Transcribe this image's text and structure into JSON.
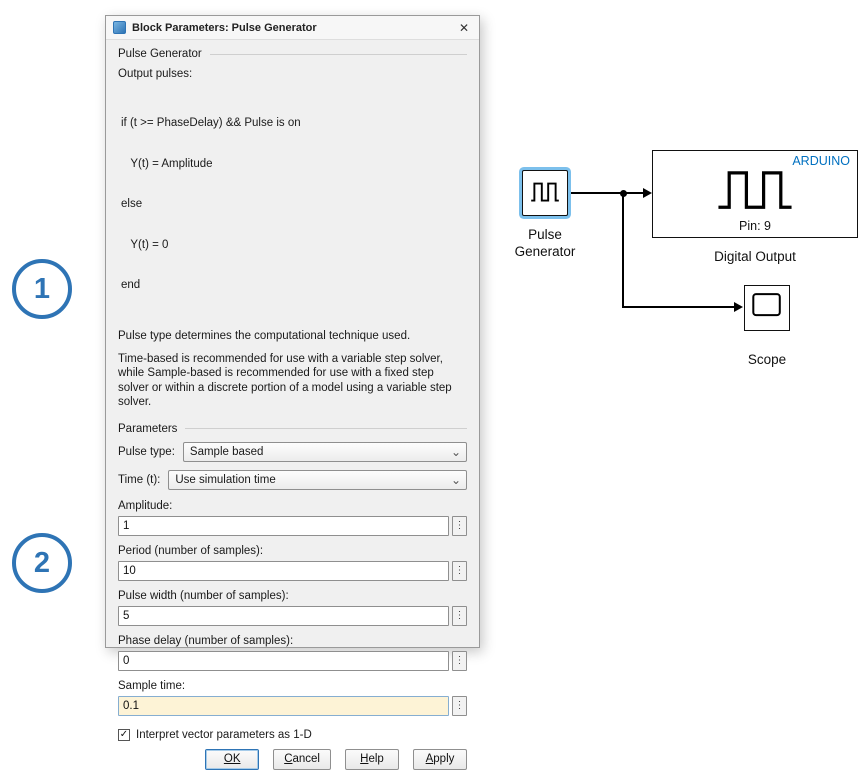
{
  "window": {
    "title": "Block Parameters: Pulse Generator"
  },
  "icons": {
    "close": "✕",
    "combo_arrow": "⌄",
    "edit_dots": "⋮",
    "check": "✓"
  },
  "dialog": {
    "section_pulse_generator": "Pulse Generator",
    "output_pulses_label": "Output pulses:",
    "code_lines": [
      "if (t >= PhaseDelay) && Pulse is on",
      "   Y(t) = Amplitude",
      "else",
      "   Y(t) = 0",
      "end"
    ],
    "pulse_type_note": "Pulse type determines the computational technique used.",
    "solver_note": "Time-based is recommended for use with a variable step solver, while Sample-based is recommended for use with a fixed step solver or within a discrete portion of a model using a variable step solver.",
    "section_parameters": "Parameters",
    "fields": {
      "pulse_type": {
        "label": "Pulse type:",
        "value": "Sample based"
      },
      "time": {
        "label": "Time (t):",
        "value": "Use simulation time"
      },
      "amplitude": {
        "label": "Amplitude:",
        "value": "1"
      },
      "period": {
        "label": "Period (number of samples):",
        "value": "10"
      },
      "pulse_width": {
        "label": "Pulse width (number of samples):",
        "value": "5"
      },
      "phase_delay": {
        "label": "Phase delay (number of samples):",
        "value": "0"
      },
      "sample_time": {
        "label": "Sample time:",
        "value": "0.1"
      }
    },
    "checkbox_label": "Interpret vector parameters as 1-D",
    "buttons": {
      "ok": "OK",
      "cancel": "Cancel",
      "help": "Help",
      "apply": "Apply"
    }
  },
  "annotations": {
    "step1": "1",
    "step2": "2"
  },
  "diagram": {
    "pulse_generator_label": "Pulse Generator",
    "digital_output": {
      "vendor": "ARDUINO",
      "pin": "Pin: 9",
      "label": "Digital Output"
    },
    "scope_label": "Scope"
  },
  "colors": {
    "annotation_blue": "#2e74b5",
    "arduino_blue": "#0070c0",
    "selected_block_border": "#7cc0ec",
    "highlight_field_bg": "#fdf3d6"
  }
}
